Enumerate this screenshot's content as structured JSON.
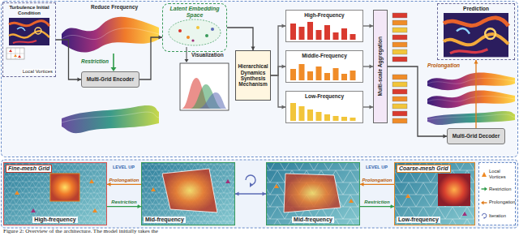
{
  "diagram": {
    "caption": "Figure 2: Overview of the architecture. The model initially takes the",
    "nodes": [
      {
        "text": [
          "Turbulence Initial Condition",
          "Local Vortices"
        ]
      },
      {
        "text": [
          "Multi-Grid Encoder"
        ]
      },
      {
        "text": [
          "Latent Embedding Space"
        ]
      },
      {
        "text": [
          "Hierarchical Dynamics Synthesis Mechanism"
        ]
      },
      {
        "text": [
          "High-Frequency"
        ]
      },
      {
        "text": [
          "Middle-Frequency"
        ]
      },
      {
        "text": [
          "Low-Frequency"
        ]
      },
      {
        "text": [
          "Multi-scale Aggregation"
        ]
      },
      {
        "text": [
          "Prediction"
        ]
      },
      {
        "text": [
          "Multi-Grid Decoder"
        ]
      },
      {
        "text": [
          "Fine-mesh Grid",
          "High-frequency"
        ]
      },
      {
        "text": [
          "Mid-frequency"
        ]
      },
      {
        "text": [
          "Mid-frequency"
        ]
      },
      {
        "text": [
          "Coarse-mesh Grid",
          "Low-frequency"
        ]
      }
    ],
    "edges": [
      {
        "from": 0,
        "to": 1,
        "arrow": "to"
      },
      {
        "from": 1,
        "to": 2,
        "arrow": "to"
      },
      {
        "from": 2,
        "to": 3,
        "arrow": "to"
      },
      {
        "from": 3,
        "to": 4,
        "arrow": "to"
      },
      {
        "from": 3,
        "to": 5,
        "arrow": "to"
      },
      {
        "from": 3,
        "to": 6,
        "arrow": "to"
      },
      {
        "from": 4,
        "to": 7,
        "arrow": "to"
      },
      {
        "from": 5,
        "to": 7,
        "arrow": "to"
      },
      {
        "from": 6,
        "to": 7,
        "arrow": "to"
      },
      {
        "from": 7,
        "to": 9,
        "arrow": "to"
      },
      {
        "from": 9,
        "to": 8,
        "arrow": "to"
      },
      {
        "from": 10,
        "to": 11,
        "label": "Restriction",
        "arrow": "to"
      },
      {
        "from": 11,
        "to": 10,
        "label": "Prolongation",
        "arrow": "to"
      },
      {
        "from": 11,
        "to": 12,
        "arrow": "both"
      },
      {
        "from": 12,
        "to": 13,
        "label": "Restriction",
        "arrow": "to"
      },
      {
        "from": 13,
        "to": 12,
        "label": "Prolongation",
        "arrow": "to"
      }
    ],
    "labels": [
      "Reduce Frequency",
      "Restriction",
      "Visualization",
      "Prolongation",
      "LEVEL UP",
      "LEVEL UP"
    ],
    "legend": [
      {
        "text": "Local Vortices"
      },
      {
        "text": "Restriction"
      },
      {
        "text": "Prolongation"
      },
      {
        "text": "Iteration"
      }
    ]
  }
}
